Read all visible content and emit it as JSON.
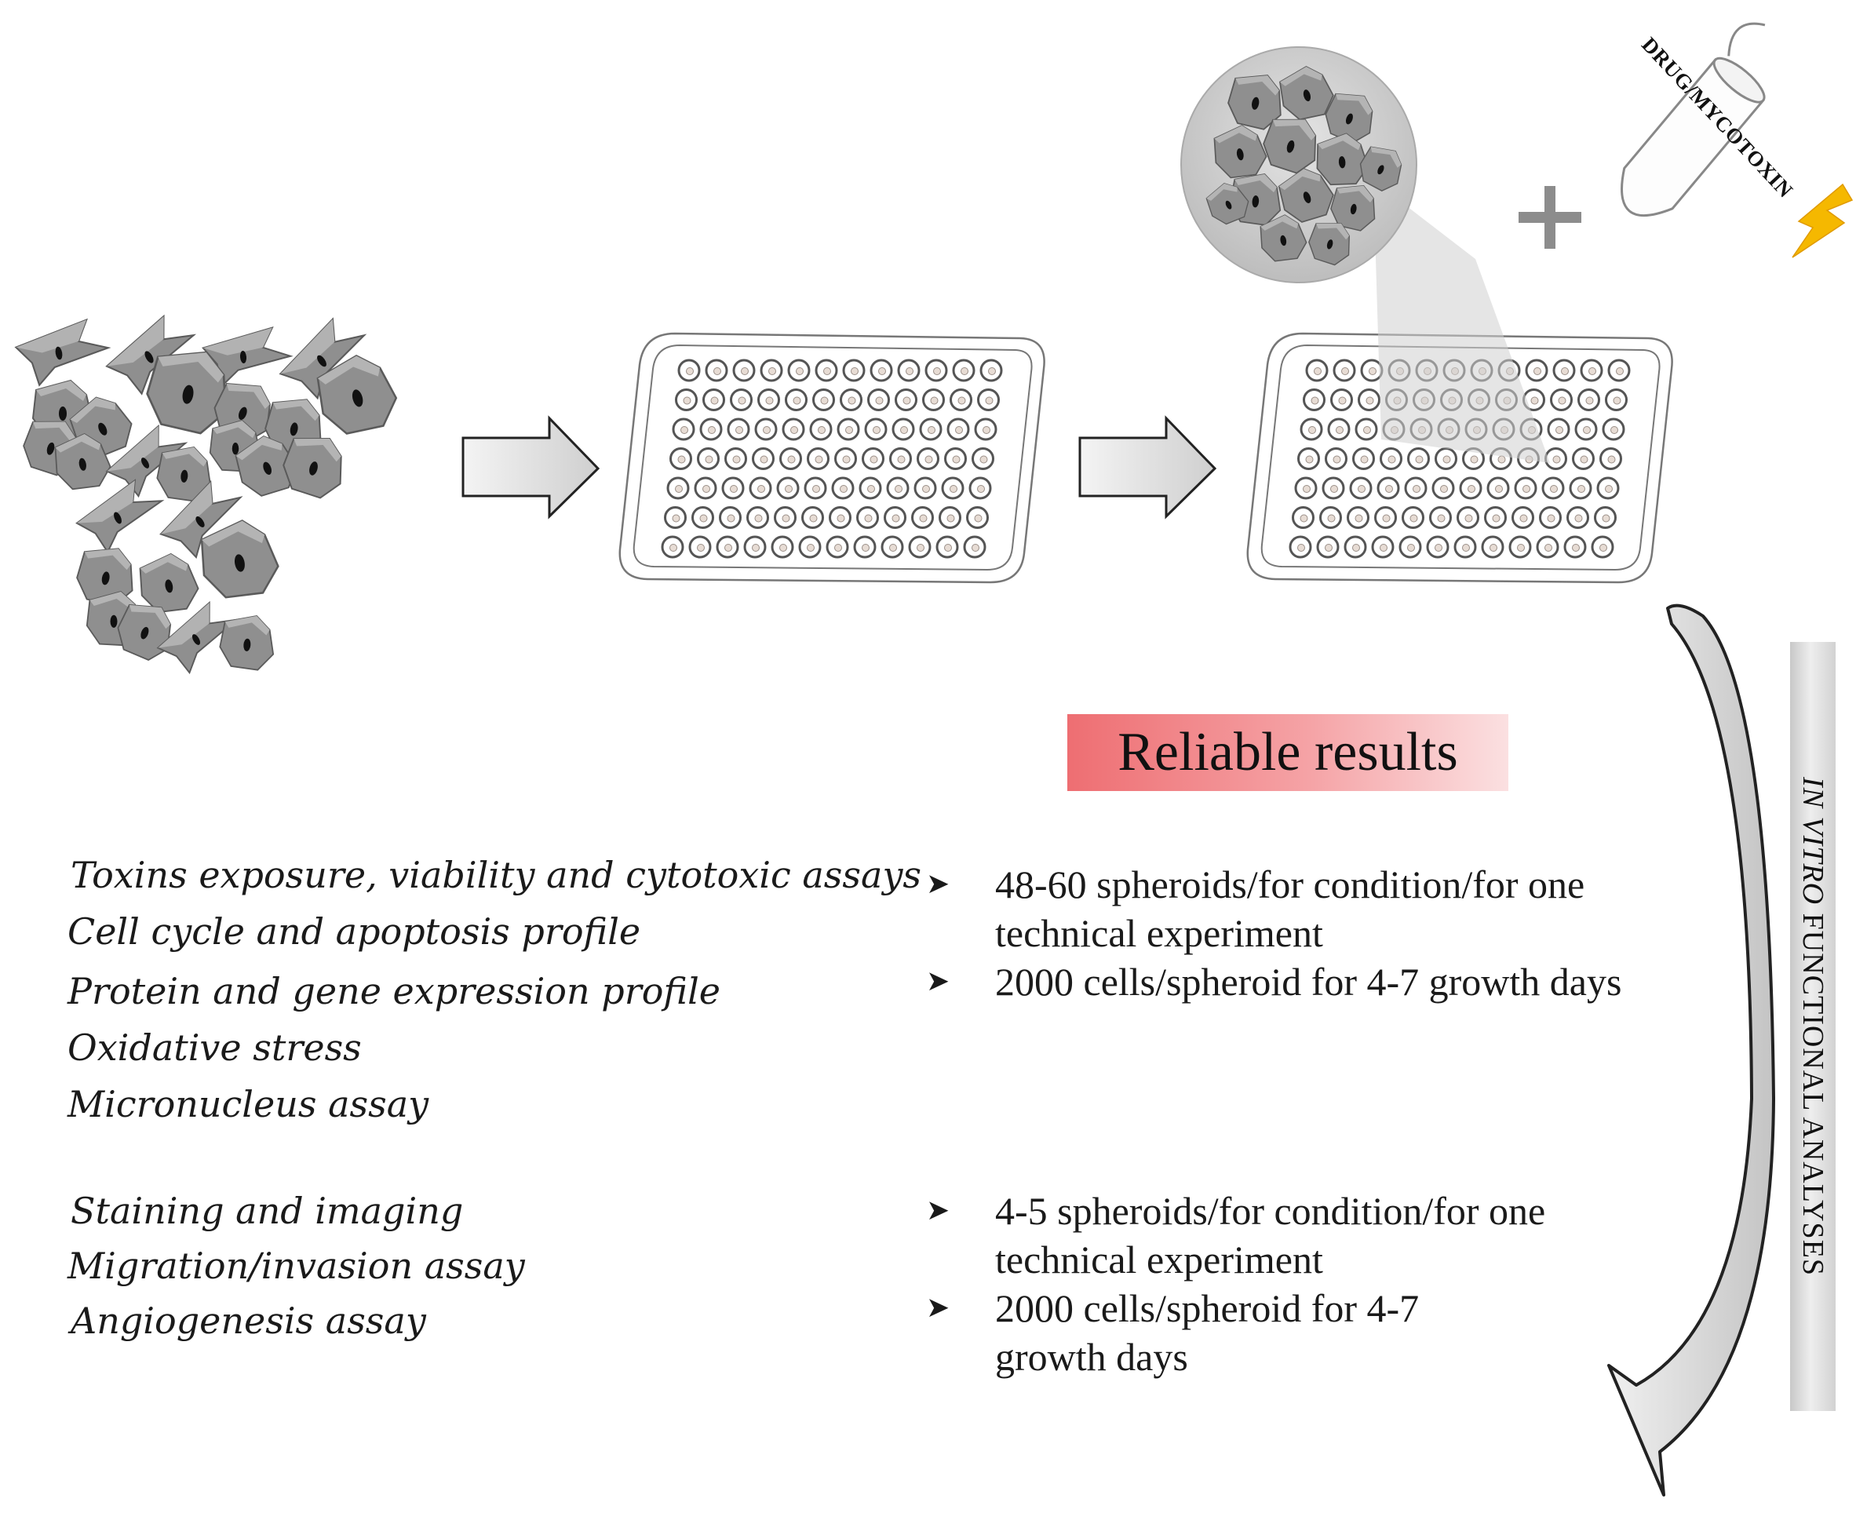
{
  "reliable_label": "Reliable results",
  "drug_label": "DRUG/MYCOTOXIN",
  "side_label": {
    "italic": "IN VITRO",
    "rest": " FUNCTIONAL ANALYSES"
  },
  "assays_group_1": [
    "Toxins exposure, viability and cytotoxic assays",
    "Cell cycle and apoptosis profile",
    "Protein and gene expression profile",
    "Oxidative stress",
    "Micronucleus assay"
  ],
  "assays_group_2": [
    "Staining and imaging",
    "Migration/invasion assay",
    "Angiogenesis assay"
  ],
  "bullet_mark": "➤",
  "bullets_group_1": [
    "48-60 spheroids/for condition/for one technical experiment",
    "2000 cells/spheroid for 4-7 growth days"
  ],
  "bullets_group_2": [
    "4-5 spheroids/for condition/for one technical experiment",
    "2000 cells/spheroid for 4-7 growth days"
  ],
  "colors": {
    "cell_fill": "#8f8f8f",
    "highlight": "#ef7074",
    "bolt": "#f5b800"
  }
}
